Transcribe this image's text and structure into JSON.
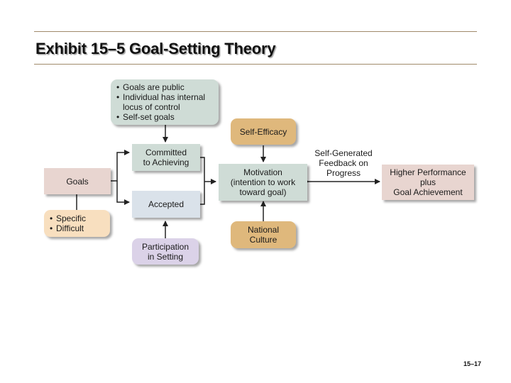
{
  "slide": {
    "exhibit": "Exhibit 15–5",
    "title": "Goal-Setting Theory",
    "page_number": "15–17"
  },
  "colors": {
    "rule": "#a08a6a",
    "teal_box": "#cfdcd6",
    "goals_box": "#e8d5d0",
    "specific_box": "#f8dfbf",
    "gold_box": "#dfb87c",
    "accepted_box": "#dae2ea",
    "participation_box": "#dbd2e8",
    "arrow": "#222222"
  },
  "diagram": {
    "conditions": {
      "items": [
        [
          "Goals are public"
        ],
        [
          "Individual has internal",
          "locus of control"
        ],
        [
          "Self-set goals"
        ]
      ]
    },
    "goals": {
      "label": "Goals"
    },
    "goal_types": {
      "items": [
        "Specific",
        "Difficult"
      ]
    },
    "committed": {
      "lines": [
        "Committed",
        "to Achieving"
      ]
    },
    "accepted": {
      "label": "Accepted"
    },
    "participation": {
      "lines": [
        "Participation",
        "in Setting"
      ]
    },
    "self_efficacy": {
      "label": "Self-Efficacy"
    },
    "motivation": {
      "lines": [
        "Motivation",
        "(intention to work",
        "toward goal)"
      ]
    },
    "national_culture": {
      "lines": [
        "National",
        "Culture"
      ]
    },
    "feedback": {
      "lines": [
        "Self-Generated",
        "Feedback on",
        "Progress"
      ]
    },
    "outcome": {
      "lines": [
        "Higher Performance",
        "plus",
        "Goal Achievement"
      ]
    }
  }
}
